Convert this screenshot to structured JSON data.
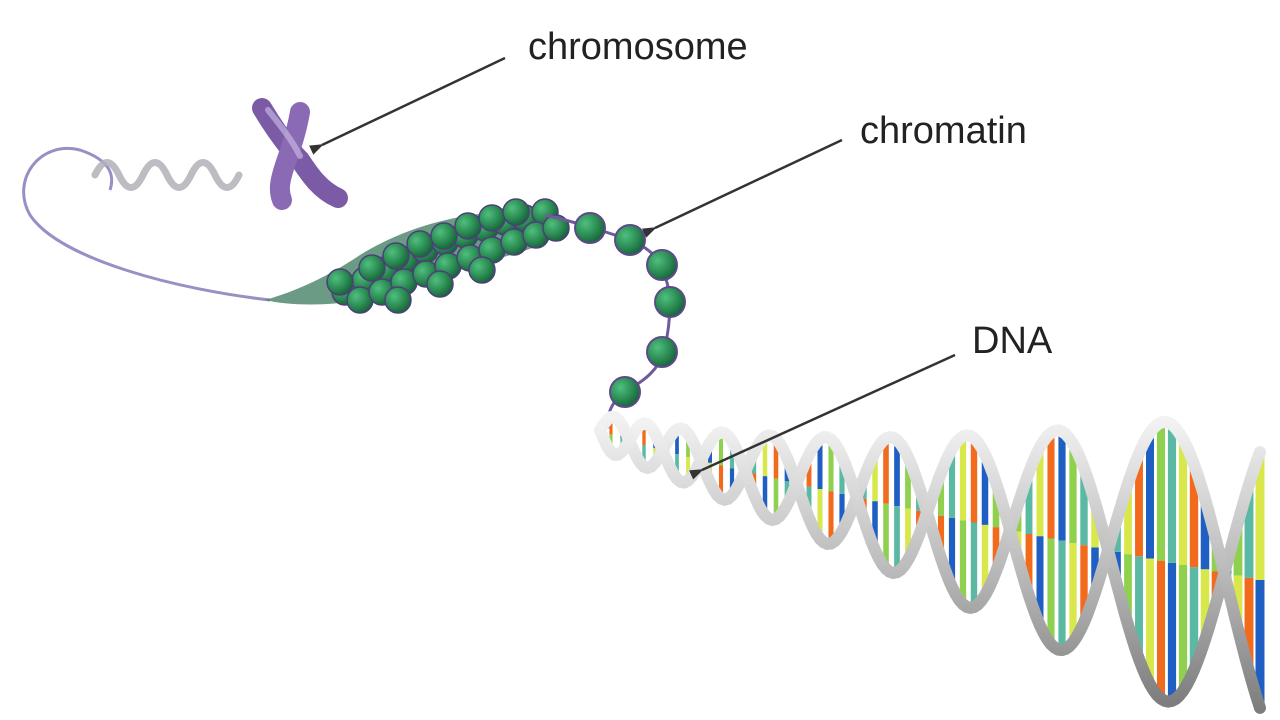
{
  "labels": {
    "chromosome": "chromosome",
    "chromatin": "chromatin",
    "dna": "DNA"
  },
  "colors": {
    "label_text": "#222222",
    "arrow": "#333333",
    "chromosome": "#7b5aa6",
    "nucleosome": "#2e8b57",
    "nucleosome_dark": "#1e6b40",
    "linker": "#6f5a9a",
    "helix_backbone": "#b8b8b8",
    "base_pairs": [
      "#f26b1d",
      "#1f5fc4",
      "#8fd14f",
      "#5bb8a3",
      "#d8e84a"
    ]
  }
}
